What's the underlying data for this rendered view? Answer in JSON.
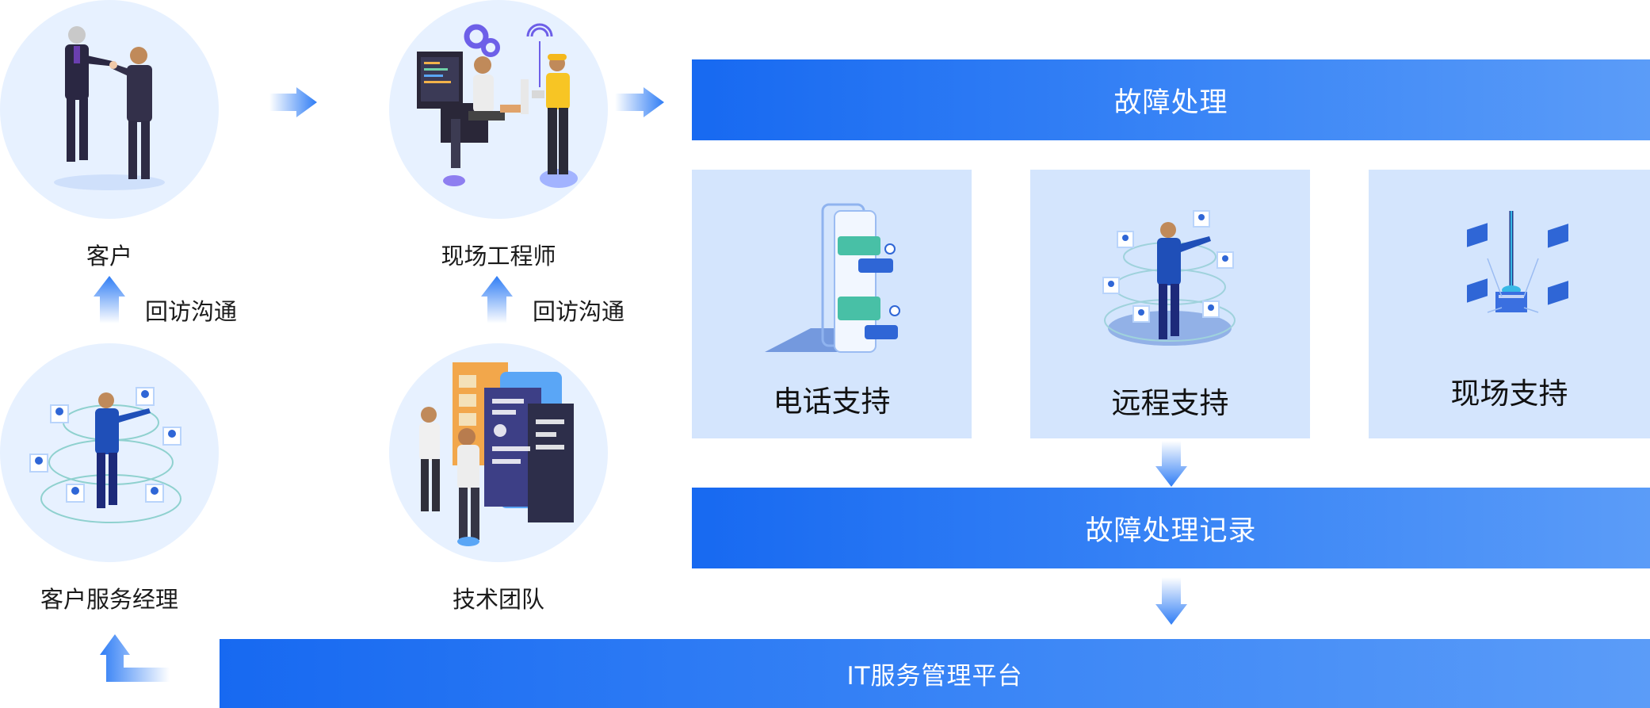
{
  "nodes": {
    "customer": {
      "label": "客户"
    },
    "field_engineer": {
      "label": "现场工程师"
    },
    "account_manager": {
      "label": "客户服务经理"
    },
    "tech_team": {
      "label": "技术团队"
    }
  },
  "flows": {
    "left_feedback": "回访沟通",
    "right_feedback": "回访沟通"
  },
  "bars": {
    "fault_handling": "故障处理",
    "fault_record": "故障处理记录",
    "platform": "IT服务管理平台"
  },
  "cards": {
    "phone": "电话支持",
    "remote": "远程支持",
    "onsite": "现场支持"
  },
  "colors": {
    "bar_start": "#1769f1",
    "bar_end": "#5b9cf8",
    "card_bg": "#d4e5fd",
    "circle_bg": "#e7f1ff",
    "arrow": "#2f7df5"
  },
  "icons": {
    "customer": "handshake-people-illustration",
    "field_engineer": "engineer-at-computer-illustration",
    "account_manager": "manager-with-avatars-illustration",
    "tech_team": "team-at-dashboard-illustration",
    "phone": "phone-chat-illustration",
    "remote": "remote-person-illustration",
    "onsite": "network-hub-illustration"
  }
}
